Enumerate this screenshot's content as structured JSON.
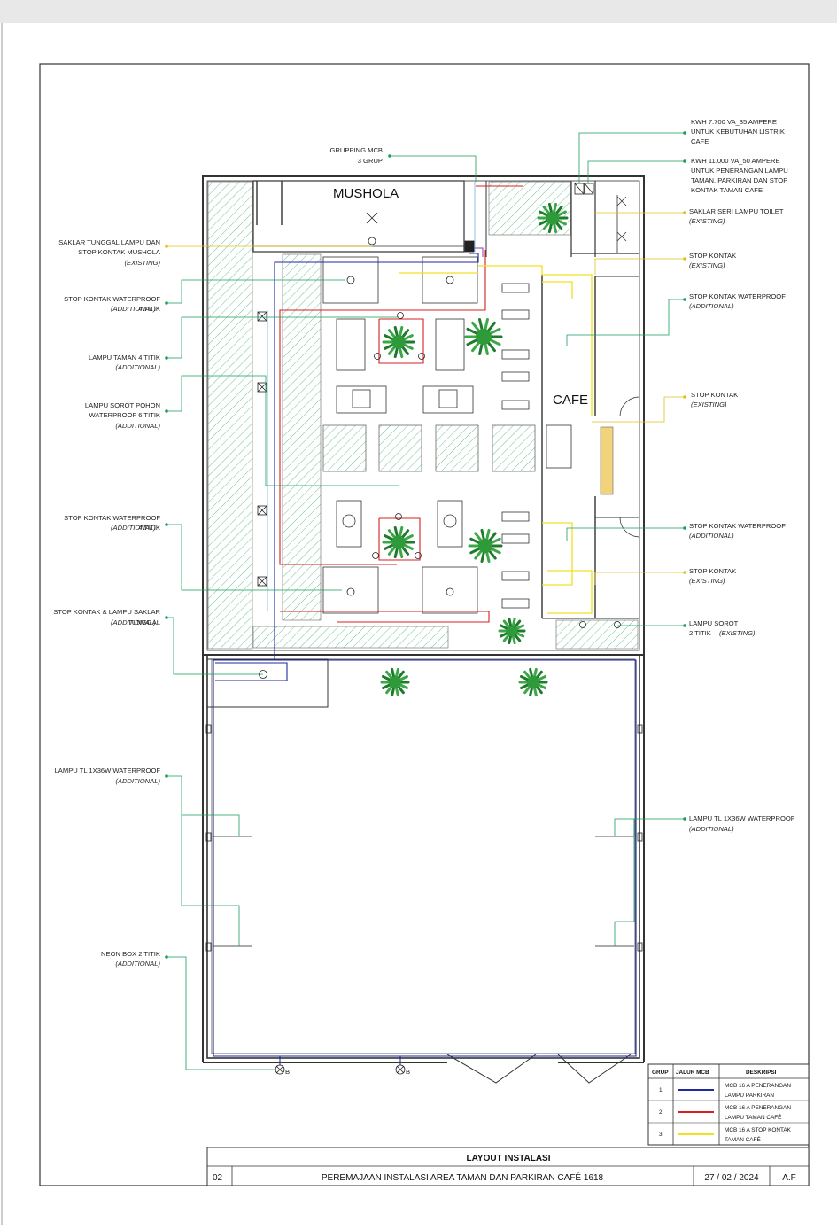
{
  "rooms": {
    "mushola": "MUSHOLA",
    "cafe": "CAFE"
  },
  "left_callouts": [
    {
      "id": "saklar-mushola",
      "lines": [
        "SAKLAR TUNGGAL LAMPU DAN",
        "STOP KONTAK MUSHOLA"
      ],
      "note": "(EXISTING)"
    },
    {
      "id": "sk-waterproof-a",
      "lines": [
        "STOP KONTAK WATERPROOF",
        "4 TITIK"
      ],
      "note": "(ADDITIONAL)"
    },
    {
      "id": "lampu-taman",
      "lines": [
        "LAMPU TAMAN 4 TITIK"
      ],
      "note": "(ADDITIONAL)"
    },
    {
      "id": "lampu-sorot-pohon",
      "lines": [
        "LAMPU SOROT POHON",
        "WATERPROOF 6 TITIK"
      ],
      "note": "(ADDITIONAL)"
    },
    {
      "id": "sk-waterproof-b",
      "lines": [
        "STOP KONTAK WATERPROOF",
        "4 TITIK"
      ],
      "note": "(ADDITIONAL)"
    },
    {
      "id": "sk-lampu-saklar",
      "lines": [
        "STOP KONTAK & LAMPU SAKLAR",
        "TUNGGAL"
      ],
      "note": "(ADDITIONAL)"
    },
    {
      "id": "lampu-tl-left",
      "lines": [
        "LAMPU TL 1X36W WATERPROOF"
      ],
      "note": "(ADDITIONAL)"
    },
    {
      "id": "neon-box",
      "lines": [
        "NEON BOX 2 TITIK"
      ],
      "note": "(ADDITIONAL)"
    }
  ],
  "top_callout": {
    "lines": [
      "GRUPPING MCB",
      "3 GRUP"
    ]
  },
  "right_callouts": [
    {
      "id": "kwh-7700",
      "lines": [
        "KWH 7.700 VA_35 AMPERE",
        "UNTUK KEBUTUHAN LISTRIK",
        "CAFE"
      ],
      "note": ""
    },
    {
      "id": "kwh-11000",
      "lines": [
        "KWH 11.000 VA_50 AMPERE",
        "UNTUK PENERANGAN LAMPU",
        "TAMAN, PARKIRAN DAN STOP",
        "KONTAK TAMAN CAFE"
      ],
      "note": ""
    },
    {
      "id": "saklar-toilet",
      "lines": [
        "SAKLAR SERI LAMPU TOILET"
      ],
      "note": "(EXISTING)"
    },
    {
      "id": "sk-existing-a",
      "lines": [
        "STOP KONTAK"
      ],
      "note": "(EXISTING)"
    },
    {
      "id": "sk-waterproof-c",
      "lines": [
        "STOP KONTAK WATERPROOF"
      ],
      "note": "(ADDITIONAL)"
    },
    {
      "id": "sk-existing-b",
      "lines": [
        "STOP KONTAK"
      ],
      "note": "(EXISTING)"
    },
    {
      "id": "sk-waterproof-d",
      "lines": [
        "STOP KONTAK WATERPROOF"
      ],
      "note": "(ADDITIONAL)"
    },
    {
      "id": "sk-existing-c",
      "lines": [
        "STOP KONTAK"
      ],
      "note": "(EXISTING)"
    },
    {
      "id": "lampu-sorot-2",
      "lines": [
        "LAMPU SOROT",
        "2 TITIK"
      ],
      "note": "(EXISTING)"
    },
    {
      "id": "lampu-tl-right",
      "lines": [
        "LAMPU TL 1X36W WATERPROOF"
      ],
      "note": "(ADDITIONAL)"
    }
  ],
  "neon_marks": [
    "B",
    "B"
  ],
  "legend": {
    "headers": [
      "GRUP",
      "JALUR MCB",
      "DESKRIPSI"
    ],
    "rows": [
      {
        "grup": "1",
        "color": "#1f2a9e",
        "desc": [
          "MCB 16 A PENERANGAN",
          "LAMPU PARKIRAN"
        ]
      },
      {
        "grup": "2",
        "color": "#d42020",
        "desc": [
          "MCB 16 A PENERANGAN",
          "LAMPU TAMAN CAFÉ"
        ]
      },
      {
        "grup": "3",
        "color": "#f2e021",
        "desc": [
          "MCB 16 A STOP KONTAK",
          "TAMAN CAFÉ"
        ]
      }
    ]
  },
  "title_block": {
    "title": "LAYOUT INSTALASI",
    "sheet_no": "02",
    "project": "PEREMAJAAN INSTALASI AREA TAMAN DAN PARKIRAN CAFÉ 1618",
    "date": "27 / 02 / 2024",
    "author": "A.F"
  },
  "colors": {
    "leader": "#1a9e5c",
    "leader_yellow": "#e0c020",
    "blue_line": "#1f2a9e",
    "red_line": "#d42020",
    "yellow_line": "#f2e021",
    "hatch": "#4fb880",
    "plant": "#2e9a3a"
  }
}
